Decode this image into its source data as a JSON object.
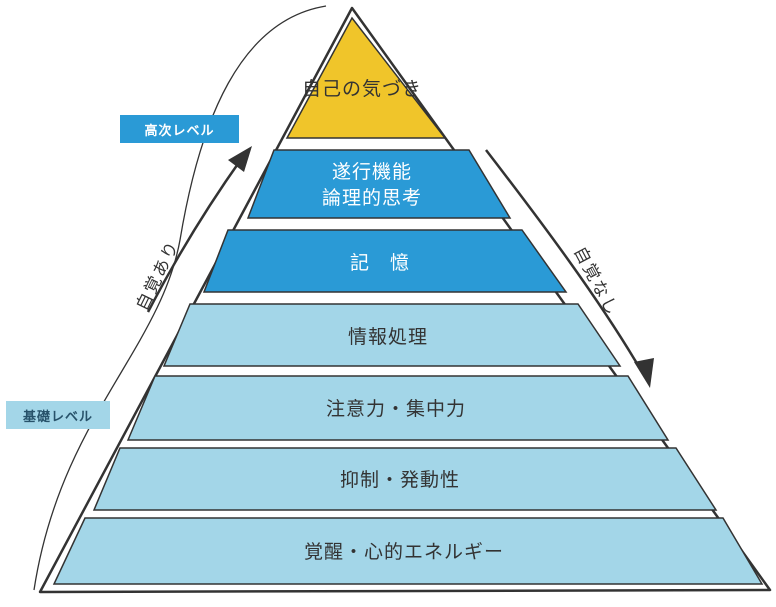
{
  "levels": [
    {
      "label": "自己の気づき",
      "color": "#f0c52a",
      "text_color": "#333333"
    },
    {
      "label_line1": "遂行機能",
      "label_line2": "論理的思考",
      "color": "#2a9ad6",
      "text_color": "#ffffff"
    },
    {
      "label": "記　憶",
      "color": "#2a9ad6",
      "text_color": "#ffffff"
    },
    {
      "label": "情報処理",
      "color": "#a3d6e8",
      "text_color": "#333333"
    },
    {
      "label": "注意力・集中力",
      "color": "#a3d6e8",
      "text_color": "#333333"
    },
    {
      "label": "抑制・発動性",
      "color": "#a3d6e8",
      "text_color": "#333333"
    },
    {
      "label": "覚醒・心的エネルギー",
      "color": "#a3d6e8",
      "text_color": "#333333"
    }
  ],
  "tags": {
    "high": "高次レベル",
    "base": "基礎レベル"
  },
  "side_labels": {
    "left": "自覚あり",
    "right": "自覚なし"
  },
  "colors": {
    "outline": "#333333",
    "arrow": "#333333"
  }
}
